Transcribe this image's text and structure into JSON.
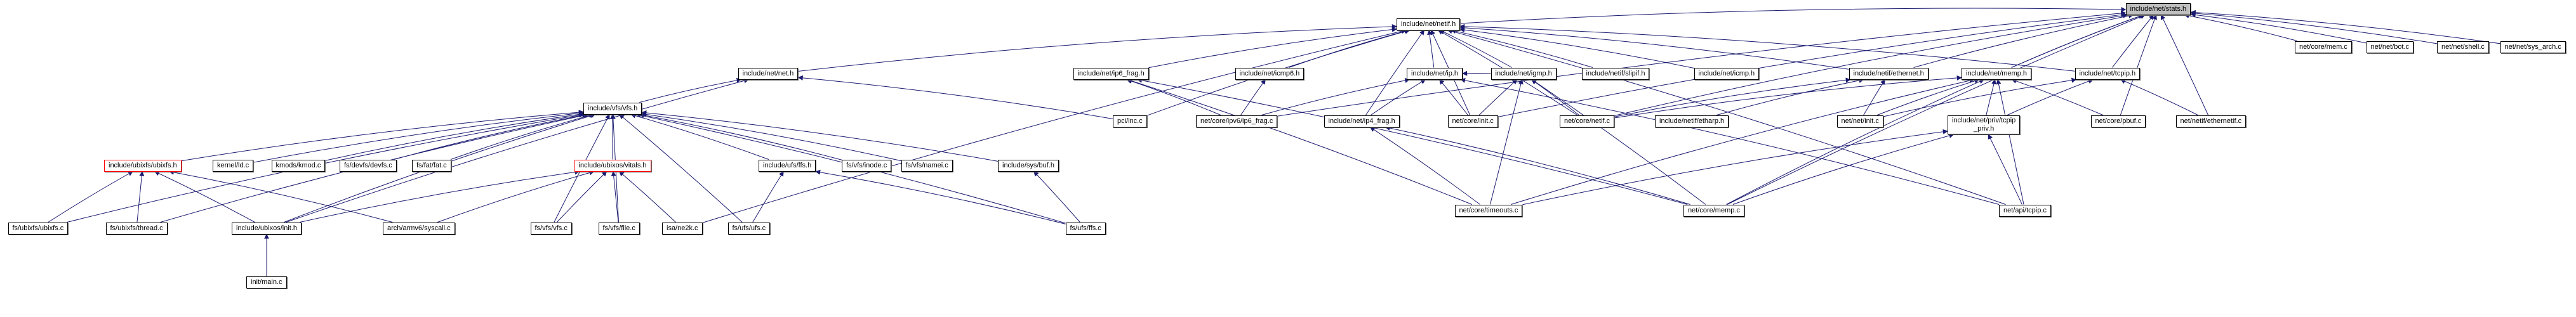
{
  "graph": {
    "title": "include/net/stats.h dependency graph",
    "edge_color": "#191970",
    "root_fill": "#bfbfbf",
    "truncated_border": "#ff0000",
    "nodes": [
      {
        "id": "stats_h",
        "label": "include/net/stats.h",
        "kind": "root"
      },
      {
        "id": "core_mem_c",
        "label": "net/core/mem.c"
      },
      {
        "id": "bot_c",
        "label": "net/net/bot.c"
      },
      {
        "id": "shell_c",
        "label": "net/net/shell.c"
      },
      {
        "id": "sys_arch_c",
        "label": "net/net/sys_arch.c"
      },
      {
        "id": "netif_h",
        "label": "include/net/netif.h"
      },
      {
        "id": "net_h",
        "label": "include/net/net.h"
      },
      {
        "id": "ip6_frag_h",
        "label": "include/net/ip6_frag.h"
      },
      {
        "id": "icmp6_h",
        "label": "include/net/icmp6.h"
      },
      {
        "id": "ip_h",
        "label": "include/net/ip.h"
      },
      {
        "id": "igmp_h",
        "label": "include/net/igmp.h"
      },
      {
        "id": "slipif_h",
        "label": "include/netif/slipif.h"
      },
      {
        "id": "icmp_h",
        "label": "include/net/icmp.h"
      },
      {
        "id": "ethernet_h",
        "label": "include/netif/ethernet.h"
      },
      {
        "id": "memp_h",
        "label": "include/net/memp.h"
      },
      {
        "id": "tcpip_h",
        "label": "include/net/tcpip.h"
      },
      {
        "id": "vfs_h",
        "label": "include/vfs/vfs.h"
      },
      {
        "id": "pci_lnc_c",
        "label": "pci/lnc.c"
      },
      {
        "id": "ip6_frag_c",
        "label": "net/core/ipv6/ip6_frag.c"
      },
      {
        "id": "ip4_frag_h",
        "label": "include/net/ip4_frag.h"
      },
      {
        "id": "core_init_c",
        "label": "net/core/init.c"
      },
      {
        "id": "core_netif_c",
        "label": "net/core/netif.c"
      },
      {
        "id": "etharp_h",
        "label": "include/netif/etharp.h"
      },
      {
        "id": "net_init_c",
        "label": "net/net/init.c"
      },
      {
        "id": "tcpip_priv_h",
        "label": "include/net/priv/tcpip\n_priv.h"
      },
      {
        "id": "pbuf_c",
        "label": "net/core/pbuf.c"
      },
      {
        "id": "ethernetif_c",
        "label": "net/netif/ethernetif.c"
      },
      {
        "id": "ubixfs_h",
        "label": "include/ubixfs/ubixfs.h",
        "kind": "truncated"
      },
      {
        "id": "ld_c",
        "label": "kernel/ld.c"
      },
      {
        "id": "kmod_c",
        "label": "kmods/kmod.c"
      },
      {
        "id": "devfs_c",
        "label": "fs/devfs/devfs.c"
      },
      {
        "id": "fat_c",
        "label": "fs/fat/fat.c"
      },
      {
        "id": "vitals_h",
        "label": "include/ubixos/vitals.h",
        "kind": "truncated"
      },
      {
        "id": "ffs_h",
        "label": "include/ufs/ffs.h"
      },
      {
        "id": "inode_c",
        "label": "fs/vfs/inode.c"
      },
      {
        "id": "namei_c",
        "label": "fs/vfs/namei.c"
      },
      {
        "id": "buf_h",
        "label": "include/sys/buf.h"
      },
      {
        "id": "timeouts_c",
        "label": "net/core/timeouts.c"
      },
      {
        "id": "memp_c",
        "label": "net/core/memp.c"
      },
      {
        "id": "tcpip_c",
        "label": "net/api/tcpip.c"
      },
      {
        "id": "ubixfs_c",
        "label": "fs/ubixfs/ubixfs.c"
      },
      {
        "id": "thread_c",
        "label": "fs/ubixfs/thread.c"
      },
      {
        "id": "init_h",
        "label": "include/ubixos/init.h"
      },
      {
        "id": "syscall_c",
        "label": "arch/armv6/syscall.c"
      },
      {
        "id": "vfs_c",
        "label": "fs/vfs/vfs.c"
      },
      {
        "id": "file_c",
        "label": "fs/vfs/file.c"
      },
      {
        "id": "ne2k_c",
        "label": "isa/ne2k.c"
      },
      {
        "id": "ufs_c",
        "label": "fs/ufs/ufs.c"
      },
      {
        "id": "ffs_c",
        "label": "fs/ufs/ffs.c"
      },
      {
        "id": "main_c",
        "label": "init/main.c"
      }
    ],
    "edges": [
      [
        "core_mem_c",
        "stats_h"
      ],
      [
        "bot_c",
        "stats_h"
      ],
      [
        "shell_c",
        "stats_h"
      ],
      [
        "sys_arch_c",
        "stats_h"
      ],
      [
        "netif_h",
        "stats_h"
      ],
      [
        "memp_h",
        "stats_h"
      ],
      [
        "memp_h",
        "stats_h"
      ],
      [
        "tcpip_h",
        "stats_h"
      ],
      [
        "ethernetif_c",
        "stats_h"
      ],
      [
        "pbuf_c",
        "stats_h"
      ],
      [
        "memp_c",
        "stats_h"
      ],
      [
        "ip6_frag_c",
        "stats_h"
      ],
      [
        "core_init_c",
        "stats_h"
      ],
      [
        "ethernet_h",
        "stats_h"
      ],
      [
        "core_netif_c",
        "stats_h"
      ],
      [
        "net_h",
        "netif_h"
      ],
      [
        "ip6_frag_h",
        "netif_h"
      ],
      [
        "icmp6_h",
        "netif_h"
      ],
      [
        "ip_h",
        "netif_h"
      ],
      [
        "igmp_h",
        "netif_h"
      ],
      [
        "slipif_h",
        "netif_h"
      ],
      [
        "icmp_h",
        "netif_h"
      ],
      [
        "ethernet_h",
        "netif_h"
      ],
      [
        "tcpip_h",
        "netif_h"
      ],
      [
        "pci_lnc_c",
        "netif_h"
      ],
      [
        "ip4_frag_h",
        "netif_h"
      ],
      [
        "core_init_c",
        "netif_h"
      ],
      [
        "core_netif_c",
        "netif_h"
      ],
      [
        "tcpip_c",
        "netif_h"
      ],
      [
        "ne2k_c",
        "netif_h"
      ],
      [
        "vfs_h",
        "net_h"
      ],
      [
        "pci_lnc_c",
        "net_h"
      ],
      [
        "init_h",
        "net_h"
      ],
      [
        "ip6_frag_c",
        "ip6_frag_h"
      ],
      [
        "timeouts_c",
        "ip6_frag_h"
      ],
      [
        "memp_c",
        "ip6_frag_h"
      ],
      [
        "ip6_frag_c",
        "icmp6_h"
      ],
      [
        "ip6_frag_c",
        "ip_h"
      ],
      [
        "ip4_frag_h",
        "ip_h"
      ],
      [
        "core_init_c",
        "ip_h"
      ],
      [
        "tcpip_c",
        "ip_h"
      ],
      [
        "igmp_h",
        "ip_h"
      ],
      [
        "core_init_c",
        "igmp_h"
      ],
      [
        "core_netif_c",
        "igmp_h"
      ],
      [
        "timeouts_c",
        "igmp_h"
      ],
      [
        "memp_c",
        "igmp_h"
      ],
      [
        "etharp_h",
        "ethernet_h"
      ],
      [
        "net_init_c",
        "ethernet_h"
      ],
      [
        "core_netif_c",
        "ethernet_h"
      ],
      [
        "net_init_c",
        "memp_h"
      ],
      [
        "core_netif_c",
        "memp_h"
      ],
      [
        "pbuf_c",
        "memp_h"
      ],
      [
        "tcpip_c",
        "memp_h"
      ],
      [
        "timeouts_c",
        "memp_h"
      ],
      [
        "memp_c",
        "memp_h"
      ],
      [
        "tcpip_priv_h",
        "memp_h"
      ],
      [
        "tcpip_priv_h",
        "tcpip_h"
      ],
      [
        "net_init_c",
        "tcpip_h"
      ],
      [
        "ethernetif_c",
        "tcpip_h"
      ],
      [
        "memp_c",
        "tcpip_priv_h"
      ],
      [
        "tcpip_c",
        "tcpip_priv_h"
      ],
      [
        "timeouts_c",
        "tcpip_priv_h"
      ],
      [
        "timeouts_c",
        "ip4_frag_h"
      ],
      [
        "memp_c",
        "ip4_frag_h"
      ],
      [
        "ubixfs_h",
        "vfs_h"
      ],
      [
        "ld_c",
        "vfs_h"
      ],
      [
        "kmod_c",
        "vfs_h"
      ],
      [
        "devfs_c",
        "vfs_h"
      ],
      [
        "fat_c",
        "vfs_h"
      ],
      [
        "vitals_h",
        "vfs_h"
      ],
      [
        "ffs_h",
        "vfs_h"
      ],
      [
        "inode_c",
        "vfs_h"
      ],
      [
        "namei_c",
        "vfs_h"
      ],
      [
        "buf_h",
        "vfs_h"
      ],
      [
        "ubixfs_c",
        "vfs_h"
      ],
      [
        "thread_c",
        "vfs_h"
      ],
      [
        "init_h",
        "vfs_h"
      ],
      [
        "vfs_c",
        "vfs_h"
      ],
      [
        "file_c",
        "vfs_h"
      ],
      [
        "ufs_c",
        "vfs_h"
      ],
      [
        "ffs_c",
        "vfs_h"
      ],
      [
        "ubixfs_c",
        "ubixfs_h"
      ],
      [
        "thread_c",
        "ubixfs_h"
      ],
      [
        "init_h",
        "ubixfs_h"
      ],
      [
        "syscall_c",
        "ubixfs_h"
      ],
      [
        "init_h",
        "vitals_h"
      ],
      [
        "syscall_c",
        "vitals_h"
      ],
      [
        "vfs_c",
        "vitals_h"
      ],
      [
        "file_c",
        "vitals_h"
      ],
      [
        "ne2k_c",
        "vitals_h"
      ],
      [
        "ufs_c",
        "ffs_h"
      ],
      [
        "ffs_c",
        "ffs_h"
      ],
      [
        "ffs_c",
        "buf_h"
      ],
      [
        "main_c",
        "init_h"
      ]
    ]
  }
}
